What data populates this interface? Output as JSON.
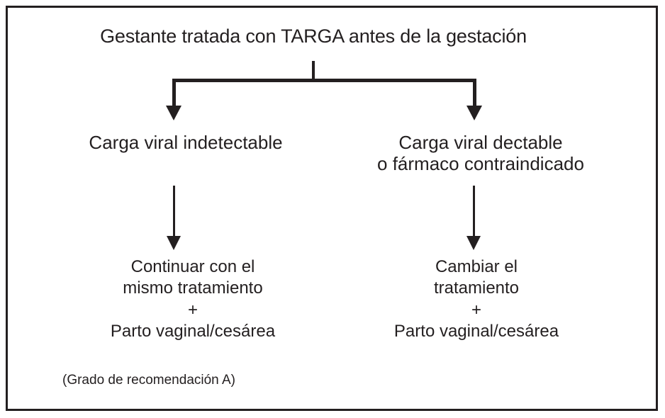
{
  "figure": {
    "type": "flowchart",
    "language": "es",
    "border_color": "#231f20",
    "background_color": "#ffffff",
    "text_color": "#231f20"
  },
  "title": {
    "text": "Gestante tratada con TARGA antes de la gestación"
  },
  "branches": {
    "left": {
      "label_line1": "Carga viral indetectable"
    },
    "right": {
      "label_line1": "Carga viral dectable",
      "label_line2": "o fármaco contraindicado"
    }
  },
  "outcomes": {
    "left": {
      "line1": "Continuar con el",
      "line2": "mismo tratamiento",
      "line3": "+",
      "line4": "Parto vaginal/cesárea"
    },
    "right": {
      "line1": "Cambiar el",
      "line2": "tratamiento",
      "line3": "+",
      "line4": "Parto vaginal/cesárea"
    }
  },
  "footnote": {
    "text": "(Grado de recomendación A)"
  },
  "chart_data": {
    "type": "diagram",
    "title": "Gestante tratada con TARGA antes de la gestación",
    "nodes": [
      {
        "id": "root",
        "level": 0,
        "text": "Gestante tratada con TARGA antes de la gestación"
      },
      {
        "id": "branch-left",
        "level": 1,
        "text": "Carga viral indetectable"
      },
      {
        "id": "branch-right",
        "level": 1,
        "text": "Carga viral dectable o fármaco contraindicado"
      },
      {
        "id": "outcome-left",
        "level": 2,
        "text": "Continuar con el mismo tratamiento + Parto vaginal/cesárea"
      },
      {
        "id": "outcome-right",
        "level": 2,
        "text": "Cambiar el tratamiento + Parto vaginal/cesárea"
      }
    ],
    "edges": [
      {
        "from": "root",
        "to": "branch-left",
        "style": "thick-arrow"
      },
      {
        "from": "root",
        "to": "branch-right",
        "style": "thick-arrow"
      },
      {
        "from": "branch-left",
        "to": "outcome-left",
        "style": "thin-arrow"
      },
      {
        "from": "branch-right",
        "to": "outcome-right",
        "style": "thin-arrow"
      }
    ],
    "annotations": [
      "(Grado de recomendación A)"
    ]
  }
}
